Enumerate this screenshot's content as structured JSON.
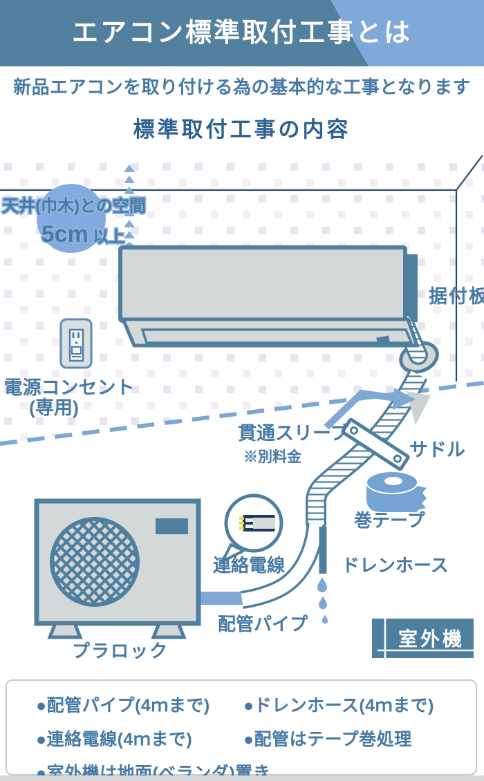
{
  "header": {
    "title": "エアコン標準取付工事とは"
  },
  "intro": "新品エアコンを取り付ける為の基本的な工事となります",
  "section_title": "標準取付工事の内容",
  "diagram": {
    "ceiling_space": {
      "line1": "天井(巾木)との空間",
      "value": "5cm",
      "unit": " 以上"
    },
    "mounting_plate": "据付板",
    "power_outlet": {
      "line1": "電源コンセント",
      "line2": "(専用)"
    },
    "sleeve": "貫通スリーブ",
    "sleeve_note": "※別料金",
    "saddle": "サドル",
    "tape_roll": "巻テープ",
    "drain_hose": "ドレンホース",
    "connecting_wire": "連絡電線",
    "pipe": "配管パイプ",
    "plastic_block": "プラロック",
    "outdoor_unit_tag": "室外機"
  },
  "notes": {
    "items": [
      "●配管パイプ(4ｍまで)",
      "●ドレンホース(4ｍまで)",
      "●連絡電線(4ｍまで)",
      "●配管はテープ巻処理",
      "●室外機は地面(ベランダ)置き"
    ]
  },
  "colors": {
    "band_dark": "#54809f",
    "band_light": "#7fa9d8",
    "label_blue": "#4779a5",
    "heading_blue": "#2e6090",
    "outline_teal": "#4e7f9e",
    "accent_light_blue": "#85abde",
    "dashed_blue": "#7ba7d4",
    "tape_blue": "#74a3d4",
    "unit_gray": "#d5d8d8",
    "navy_line": "#2b4a6f",
    "wire_navy": "#1f3a5f",
    "wire_yellow": "#ecd92c",
    "note_border_gray": "#c9c9c9"
  }
}
